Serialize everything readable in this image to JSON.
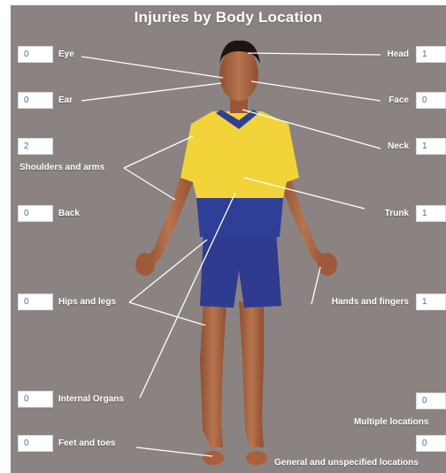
{
  "title": "Injuries by Body Location",
  "locations": {
    "eye": {
      "label": "Eye",
      "value": "0"
    },
    "ear": {
      "label": "Ear",
      "value": "0"
    },
    "shoulders_arms": {
      "label": "Shoulders and arms",
      "value": "2"
    },
    "back": {
      "label": "Back",
      "value": "0"
    },
    "hips_legs": {
      "label": "Hips and legs",
      "value": "0"
    },
    "internal_organs": {
      "label": "Internal Organs",
      "value": "0"
    },
    "feet_toes": {
      "label": "Feet and toes",
      "value": "0"
    },
    "head": {
      "label": "Head",
      "value": "1"
    },
    "face": {
      "label": "Face",
      "value": "0"
    },
    "neck": {
      "label": "Neck",
      "value": "1"
    },
    "trunk": {
      "label": "Trunk",
      "value": "1"
    },
    "hands_fingers": {
      "label": "Hands and fingers",
      "value": "1"
    },
    "multiple": {
      "label": "Multiple locations",
      "value": "0"
    },
    "general": {
      "label": "General and unspecified locations",
      "value": "0"
    }
  },
  "colors": {
    "background": "#8a8381",
    "shirt_top": "#f2d33a",
    "shirt_bottom": "#2f3f97",
    "shorts": "#2e3b8f",
    "skin": "#b06a45",
    "value_text": "#4b6ea9"
  }
}
